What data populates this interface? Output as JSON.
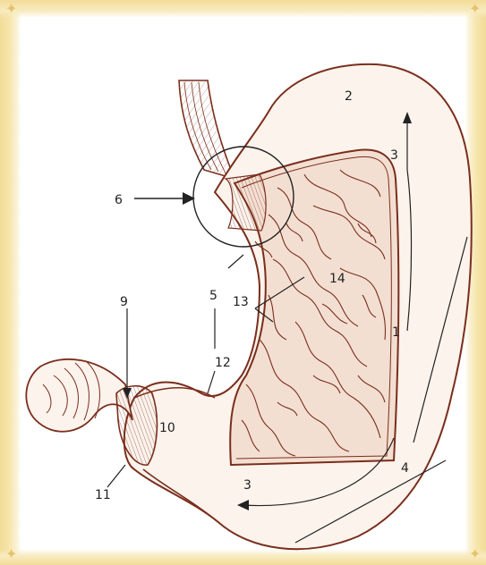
{
  "labels": {
    "l1": "1",
    "l2": "2",
    "l3a": "3",
    "l3b": "3",
    "l4": "4",
    "l5": "5",
    "l6": "6",
    "l9": "9",
    "l10": "10",
    "l11": "11",
    "l12": "12",
    "l13": "13",
    "l14": "14"
  },
  "colors": {
    "ink": "#7a2e1c",
    "body_fill": "#fbf3ec",
    "mucosa_fill": "#f3dfd2",
    "frame_gold": "#f2dc98",
    "label_text": "#222222"
  },
  "decoration": {
    "sparkle_glyph": "✦"
  }
}
